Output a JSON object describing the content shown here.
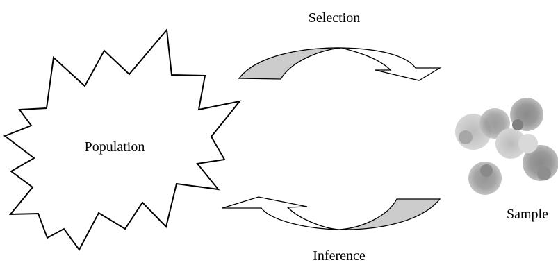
{
  "labels": {
    "population": "Population",
    "sample": "Sample",
    "selection": "Selection",
    "inference": "Inference"
  },
  "colors": {
    "arrow_fill": "#cccccc",
    "outline": "#000000",
    "background": "#ffffff"
  },
  "icons": {
    "population_shape": "starburst",
    "sample_shape": "pixelated-blob-cluster"
  }
}
